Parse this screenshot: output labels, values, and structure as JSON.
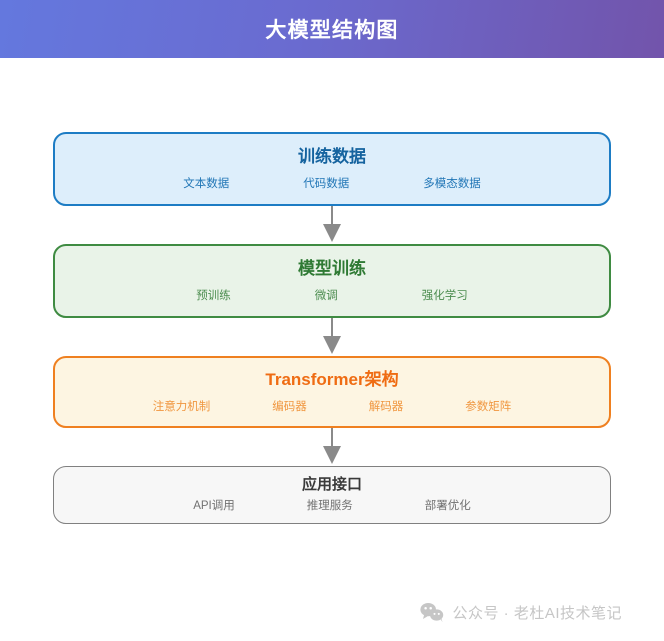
{
  "header": {
    "title": "大模型结构图",
    "gradient_from": "#6478de",
    "gradient_to": "#7254ab"
  },
  "diagram": {
    "type": "vertical-flow",
    "connector_icon": "arrow-down-icon",
    "connector_color": "#8a8a8a",
    "nodes": [
      {
        "id": "training-data",
        "title": "训练数据",
        "theme": "blue",
        "border_color": "#1d7cc4",
        "fill_color": "#ddeefb",
        "title_color": "#15639f",
        "subitems": [
          "文本数据",
          "代码数据",
          "多模态数据"
        ]
      },
      {
        "id": "model-training",
        "title": "模型训练",
        "theme": "green",
        "border_color": "#3f8b42",
        "fill_color": "#e9f3e8",
        "title_color": "#2f7a34",
        "subitems": [
          "预训练",
          "微调",
          "强化学习"
        ]
      },
      {
        "id": "transformer-architecture",
        "title": "Transformer架构",
        "theme": "orange",
        "border_color": "#ef8020",
        "fill_color": "#fdf5e2",
        "title_color": "#ef6c13",
        "subitems": [
          "注意力机制",
          "编码器",
          "解码器",
          "参数矩阵"
        ]
      },
      {
        "id": "application-interface",
        "title": "应用接口",
        "theme": "gray",
        "border_color": "#808080",
        "fill_color": "#f7f7f7",
        "title_color": "#3a3a3a",
        "subitems": [
          "API调用",
          "推理服务",
          "部署优化"
        ]
      }
    ]
  },
  "footer": {
    "icon": "wechat-icon",
    "text": "公众号 · 老杜AI技术笔记",
    "text_color": "#c6c6c6"
  }
}
